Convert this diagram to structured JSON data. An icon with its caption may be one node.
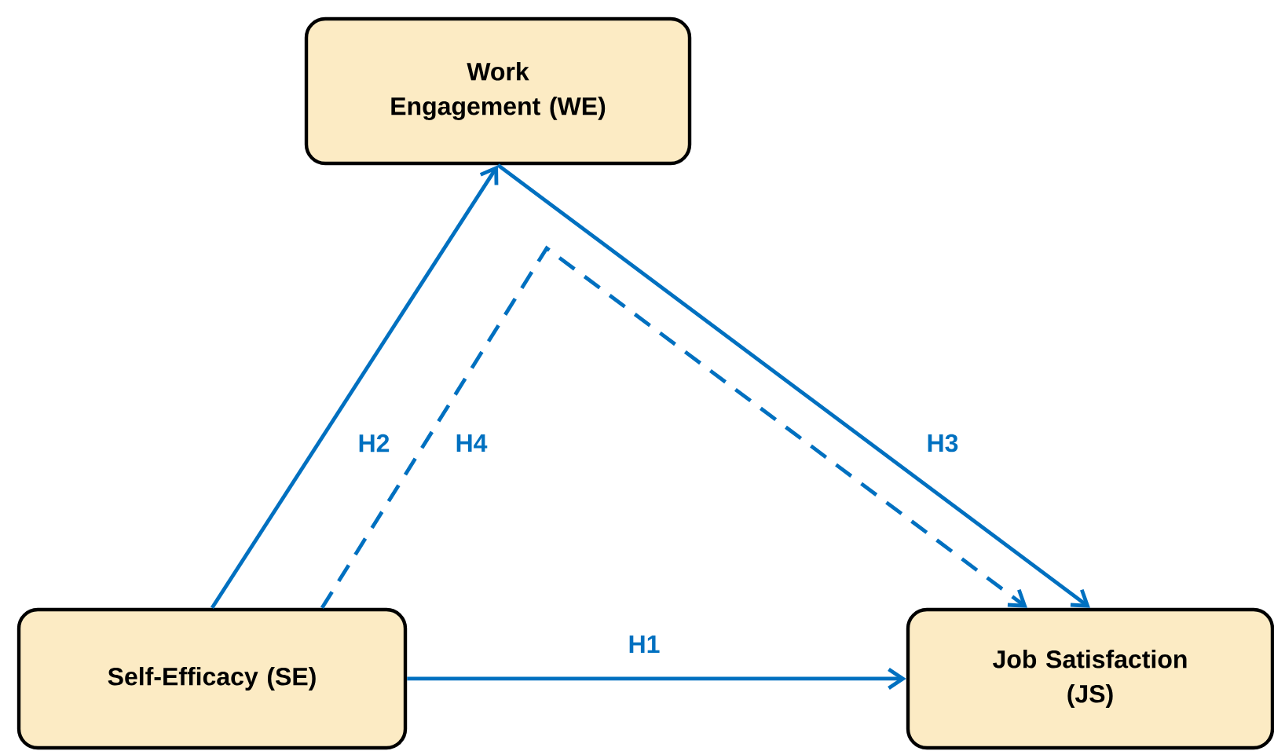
{
  "diagram": {
    "nodes": [
      {
        "text": [
          "Work Engagement (WE)"
        ]
      },
      {
        "text": [
          "Self-Efficacy (SE)"
        ]
      },
      {
        "text": [
          "Job Satisfaction (JS)"
        ]
      }
    ],
    "edges": [
      {
        "from": 1,
        "to": 0,
        "arrow": "to",
        "label": "H2"
      },
      {
        "from": 0,
        "to": 2,
        "arrow": "to",
        "label": "H3"
      },
      {
        "from": 1,
        "to": 2,
        "arrow": "to",
        "label": "H4",
        "style": "dashed"
      },
      {
        "from": 1,
        "to": 2,
        "arrow": "to",
        "label": "H1"
      }
    ]
  }
}
